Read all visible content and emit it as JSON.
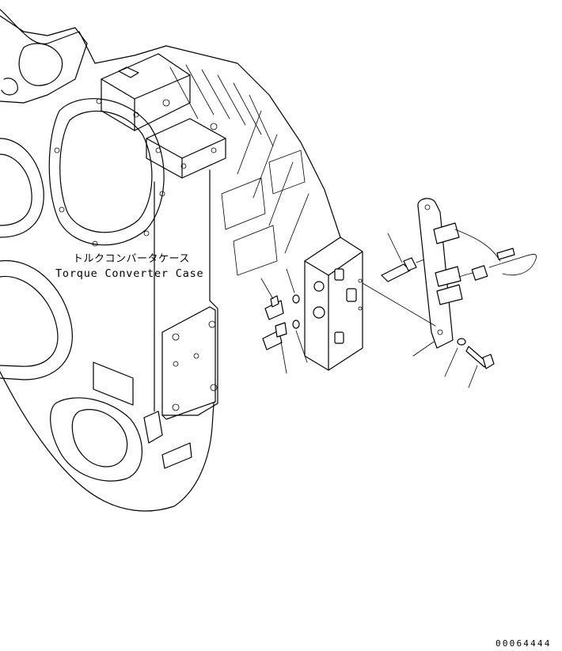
{
  "labels": {
    "part_name_jp": "トルクコンバータケース",
    "part_name_en": "Torque Converter Case",
    "drawing_number": "00064444"
  }
}
